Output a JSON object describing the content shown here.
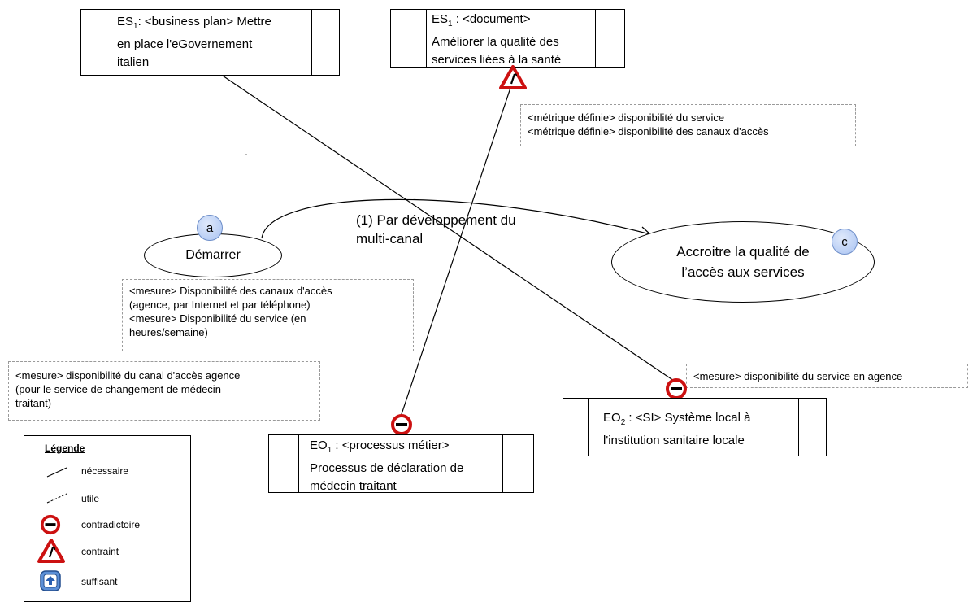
{
  "goals": {
    "es1_business": {
      "prefix": "ES",
      "sub": "1",
      "line1": ": <business plan> Mettre",
      "line2": "en place l'eGovernement",
      "line3": "italien"
    },
    "es1_document": {
      "prefix": "ES",
      "sub": "1",
      "line1": " : <document>",
      "line2": "Améliorer la qualité des",
      "line3": "services liées  à la santé"
    },
    "eo1": {
      "prefix": "EO",
      "sub": "1",
      "line1": " : <processus métier>",
      "line2": "Processus de déclaration de",
      "line3": "médecin traitant"
    },
    "eo2": {
      "prefix": "EO",
      "sub": "2",
      "line1": " : <SI> Système local à",
      "line2": "l'institution sanitaire locale"
    }
  },
  "metric_note": {
    "line1": "<métrique définie> disponibilité du service",
    "line2": "<métrique définie> disponibilité des canaux d'accès"
  },
  "measure_notes": {
    "start": {
      "line1": "<mesure> Disponibilité des canaux  d'accès",
      "line2": "(agence, par Internet et par téléphone)",
      "line3": "<mesure> Disponibilité du service (en",
      "line4": "heures/semaine)"
    },
    "agency": {
      "line1": "<mesure> disponibilité du canal d'accès agence",
      "line2": "(pour le service de changement de médecin",
      "line3": "traitant)"
    },
    "service_agency": "<mesure> disponibilité du service en agence"
  },
  "states": {
    "start": {
      "label": "Démarrer",
      "badge": "a"
    },
    "target": {
      "line1": "Accroitre la qualité de",
      "line2": "l’accès aux services",
      "badge": "c"
    }
  },
  "transition": {
    "line1": "(1) Par développement du",
    "line2": "multi-canal"
  },
  "legend": {
    "title": "Légende",
    "items": [
      "nécessaire",
      "utile",
      "contradictoire",
      "contraint",
      "suffisant"
    ]
  },
  "colors": {
    "contradiction_red": "#cc1111",
    "dash_gray": "#9a9a9a",
    "badge_blue": "#a9c3f2",
    "suffisant_blue": "#5b8fd6"
  }
}
